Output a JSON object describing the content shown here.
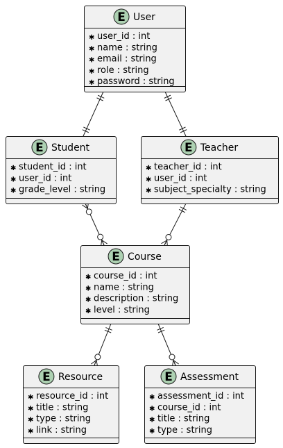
{
  "badge_letter": "E",
  "colors": {
    "box_fill": "#f1f1f1",
    "badge_fill": "#ADD1B2",
    "line": "#181818"
  },
  "entities": {
    "user": {
      "name": "User",
      "attributes": [
        "user_id : int",
        "name : string",
        "email : string",
        "role : string",
        "password : string"
      ]
    },
    "student": {
      "name": "Student",
      "attributes": [
        "student_id : int",
        "user_id : int",
        "grade_level : string"
      ]
    },
    "teacher": {
      "name": "Teacher",
      "attributes": [
        "teacher_id : int",
        "user_id : int",
        "subject_specialty : string"
      ]
    },
    "course": {
      "name": "Course",
      "attributes": [
        "course_id : int",
        "name : string",
        "description : string",
        "level : string"
      ]
    },
    "resource": {
      "name": "Resource",
      "attributes": [
        "resource_id : int",
        "title : string",
        "type : string",
        "link : string"
      ]
    },
    "assessment": {
      "name": "Assessment",
      "attributes": [
        "assessment_id : int",
        "course_id : int",
        "title : string",
        "type : string"
      ]
    }
  },
  "relationships": [
    {
      "from": "user",
      "to": "student",
      "from_cardinality": "exactly-one",
      "to_cardinality": "exactly-one"
    },
    {
      "from": "user",
      "to": "teacher",
      "from_cardinality": "exactly-one",
      "to_cardinality": "exactly-one"
    },
    {
      "from": "student",
      "to": "course",
      "from_cardinality": "zero-or-many",
      "to_cardinality": "zero-or-many"
    },
    {
      "from": "teacher",
      "to": "course",
      "from_cardinality": "exactly-one",
      "to_cardinality": "zero-or-many"
    },
    {
      "from": "course",
      "to": "resource",
      "from_cardinality": "exactly-one",
      "to_cardinality": "zero-or-many"
    },
    {
      "from": "course",
      "to": "assessment",
      "from_cardinality": "exactly-one",
      "to_cardinality": "zero-or-many"
    }
  ]
}
